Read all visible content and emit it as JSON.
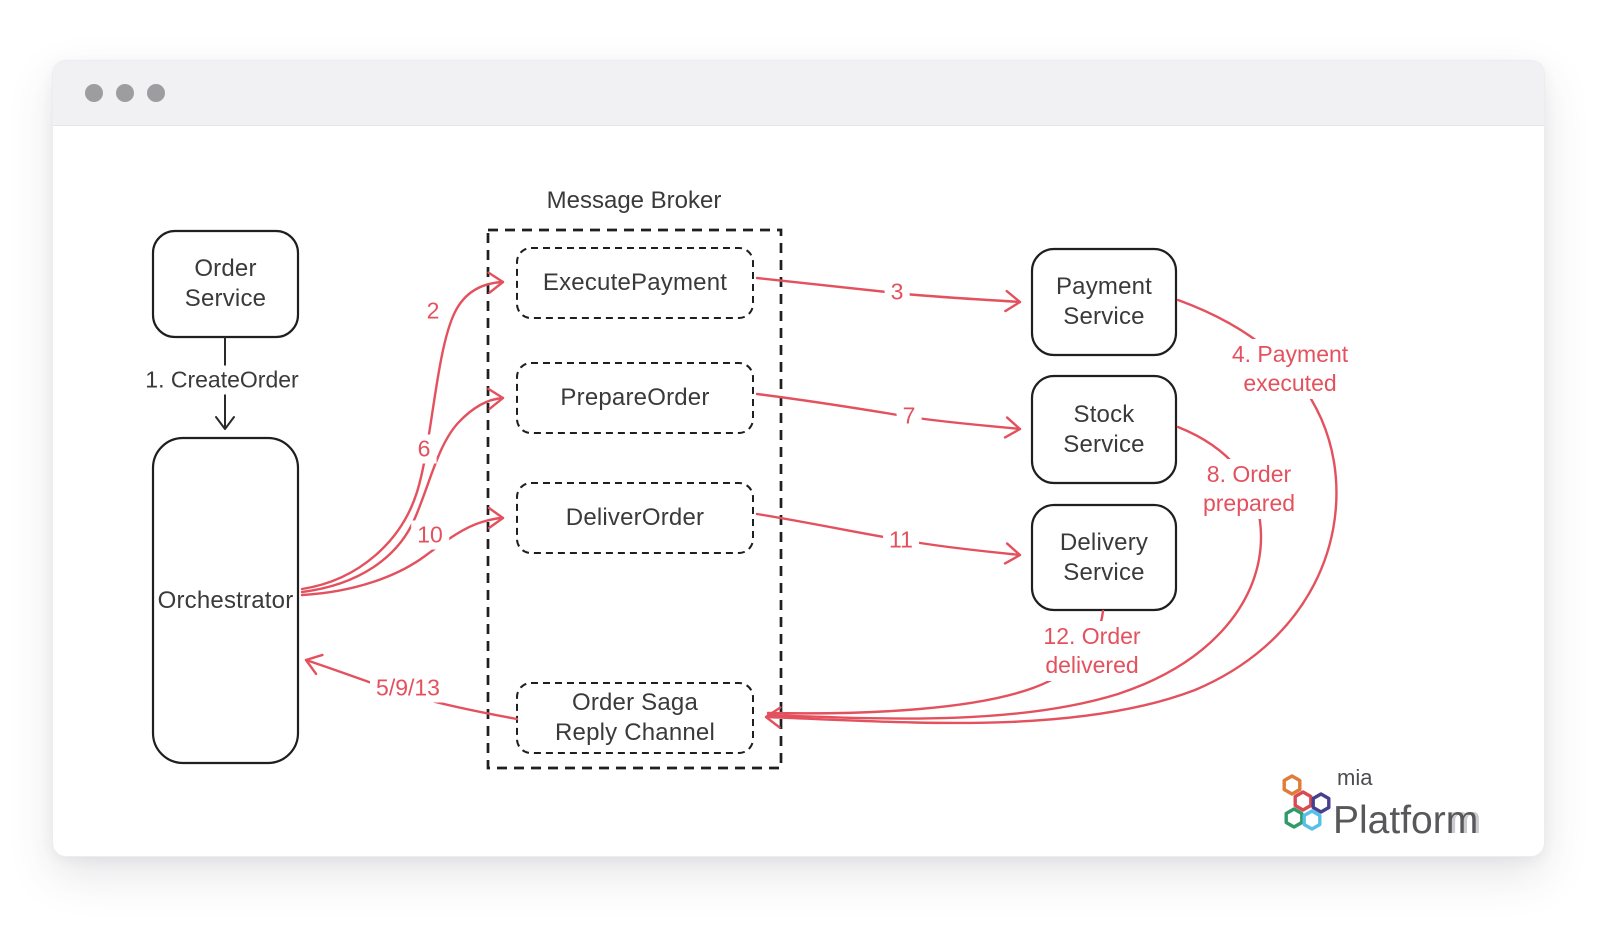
{
  "colors": {
    "arrow_red": "#e4515e",
    "node_border": "#1f1f1f",
    "text": "#3a3a3a",
    "titlebar_bg": "#f1f1f4",
    "dot_gray": "#9c9ca1",
    "logo_hexes": [
      "#e07b39",
      "#d94b52",
      "#473f8f",
      "#2f9b69",
      "#57c0e8"
    ]
  },
  "window": {
    "control_dots": 3
  },
  "diagram": {
    "broker_title": "Message Broker",
    "nodes": {
      "order_service": {
        "line1": "Order",
        "line2": "Service"
      },
      "orchestrator": {
        "label": "Orchestrator"
      },
      "execute_payment": {
        "label": "ExecutePayment"
      },
      "prepare_order": {
        "label": "PrepareOrder"
      },
      "deliver_order": {
        "label": "DeliverOrder"
      },
      "order_saga_reply": {
        "line1": "Order Saga",
        "line2": "Reply Channel"
      },
      "payment_service": {
        "line1": "Payment",
        "line2": "Service"
      },
      "stock_service": {
        "line1": "Stock",
        "line2": "Service"
      },
      "delivery_service": {
        "line1": "Delivery",
        "line2": "Service"
      }
    },
    "edge_labels": {
      "create_order": "1. CreateOrder",
      "step2": "2",
      "step3": "3",
      "step4": {
        "line1": "4. Payment",
        "line2": "executed"
      },
      "step5913": "5/9/13",
      "step6": "6",
      "step7": "7",
      "step8": {
        "line1": "8. Order",
        "line2": "prepared"
      },
      "step10": "10",
      "step11": "11",
      "step12": {
        "line1": "12. Order",
        "line2": "delivered"
      }
    }
  },
  "logo": {
    "mia": "mia",
    "platform": "Platform",
    "platform_ghost": "m"
  }
}
